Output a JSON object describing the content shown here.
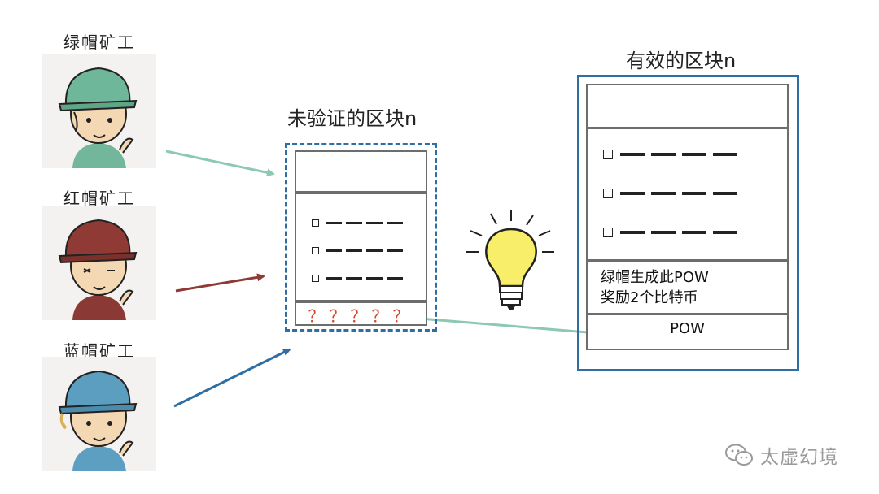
{
  "miners": [
    {
      "label": "绿帽矿工",
      "hat_color": "#6fb79a",
      "shirt_color": "#72b69b"
    },
    {
      "label": "红帽矿工",
      "hat_color": "#8f3a35",
      "shirt_color": "#8a3934"
    },
    {
      "label": "蓝帽矿工",
      "hat_color": "#5c9ebf",
      "shirt_color": "#5d9fc0"
    }
  ],
  "unverified_block": {
    "title": "未验证的区块n",
    "pow_placeholder": "？？？？？"
  },
  "valid_block": {
    "title": "有效的区块n",
    "reward_line1": "绿帽生成此POW",
    "reward_line2": "奖励2个比特币",
    "pow_label": "POW"
  },
  "watermark": {
    "text": "太虚幻境",
    "icon": "wechat-icon"
  },
  "colors": {
    "frame_blue": "#2f6ea4",
    "arrow_green": "#8cc9b3",
    "arrow_red": "#8f3a35",
    "arrow_blue": "#2f6ea4",
    "question_red": "#d14a2e",
    "bulb_yellow": "#f9ee6a"
  }
}
